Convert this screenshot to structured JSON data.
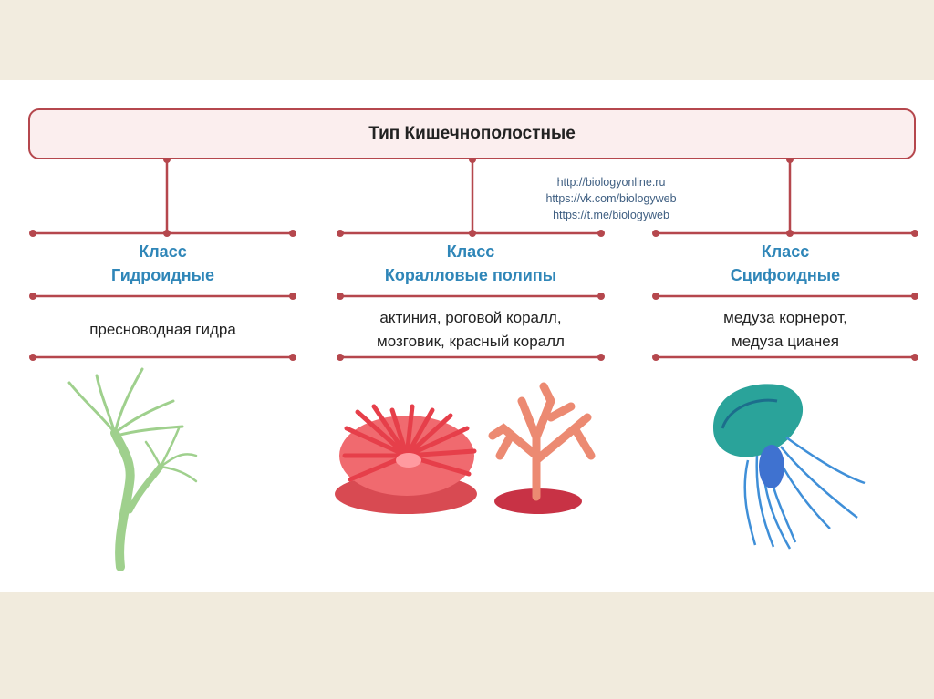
{
  "title": "Тип Кишечнополостные",
  "links": [
    "http://biologyonline.ru",
    "https://vk.com/biologyweb",
    "https://t.me/biologyweb"
  ],
  "classes": [
    {
      "label": "Класс",
      "name": "Гидроидные",
      "examples": [
        "пресноводная гидра"
      ]
    },
    {
      "label": "Класс",
      "name": "Коралловые полипы",
      "examples": [
        "актиния, роговой коралл,",
        "мозговик, красный коралл"
      ]
    },
    {
      "label": "Класс",
      "name": "Сцифоидные",
      "examples": [
        "медуза корнерот,",
        "медуза цианея"
      ]
    }
  ],
  "colors": {
    "line": "#b5474d",
    "class_text": "#2f86b8",
    "title_fill": "#fbeeee"
  },
  "icons": [
    "hydra-illustration",
    "sea-anemone-illustration",
    "red-coral-illustration",
    "jellyfish-illustration"
  ]
}
